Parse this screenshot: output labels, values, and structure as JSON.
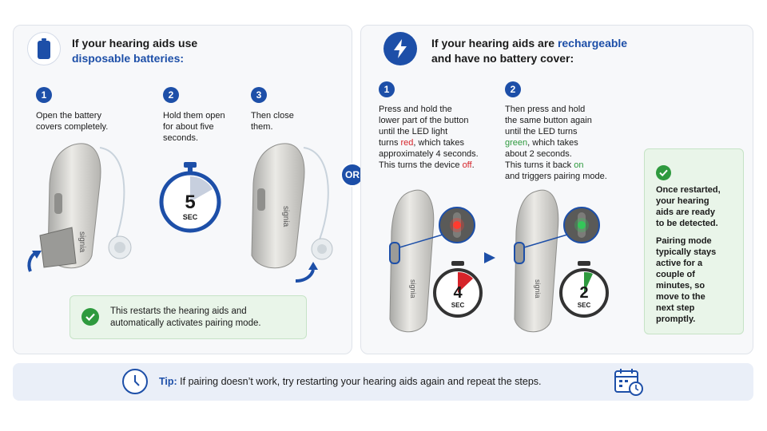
{
  "left_panel": {
    "title_line1": "If your hearing aids use",
    "title_line2": "disposable batteries:",
    "steps": [
      {
        "number": "1",
        "text_line1": "Open the battery",
        "text_line2": "covers completely."
      },
      {
        "number": "2",
        "text_line1": "Hold them open",
        "text_line2": "for about five",
        "text_line3": "seconds."
      },
      {
        "number": "3",
        "text_line1": "Then close",
        "text_line2": "them."
      }
    ],
    "timer": {
      "value": "5",
      "unit": "SEC"
    },
    "device_brand": "signia",
    "note_line1": "This restarts the hearing aids and",
    "note_line2": "automatically activates pairing mode."
  },
  "or_label": "OR",
  "right_panel": {
    "title_prefix": "If your hearing aids are ",
    "title_highlight": "rechargeable",
    "title_line2": "and have no battery cover:",
    "step1": {
      "number": "1",
      "lines": [
        "Press and hold the",
        "lower part of the button",
        "until the LED light"
      ],
      "line4_a": "turns ",
      "line4_red": "red",
      "line4_b": ", which takes",
      "line5": "approximately 4 seconds.",
      "line6_a": "This turns the device ",
      "line6_red": "off",
      "line6_b": "."
    },
    "step2": {
      "number": "2",
      "lines": [
        "Then press and hold",
        "the same button again",
        "until the LED turns"
      ],
      "line4_green": "green",
      "line4_b": ", which takes",
      "line5": "about 2 seconds.",
      "line6_a": "This turns it back ",
      "line6_green": "on",
      "line7": "and triggers pairing mode."
    },
    "timer1": {
      "value": "4",
      "unit": "SEC"
    },
    "timer2": {
      "value": "2",
      "unit": "SEC"
    },
    "device_brand": "signia",
    "side_note": {
      "para1": [
        "Once restarted,",
        "your hearing",
        "aids are ready",
        "to be detected."
      ],
      "para2": [
        "Pairing mode",
        "typically stays",
        "active for a",
        "couple of",
        "minutes, so",
        "move to the",
        "next step",
        "promptly."
      ]
    }
  },
  "tip": {
    "label": "Tip:",
    "text": " If pairing doesn’t work, try restarting your hearing aids again and repeat the steps."
  },
  "colors": {
    "brand_blue": "#1d4fa8",
    "led_red": "#d6242a",
    "led_green": "#2e9a3e",
    "note_bg": "#e9f5e9"
  },
  "icons": [
    "battery-icon",
    "lightning-icon",
    "check-icon",
    "clock-icon",
    "calendar-clock-icon",
    "stopwatch-icon",
    "arrow-right-icon",
    "rotate-arrow-icon"
  ]
}
